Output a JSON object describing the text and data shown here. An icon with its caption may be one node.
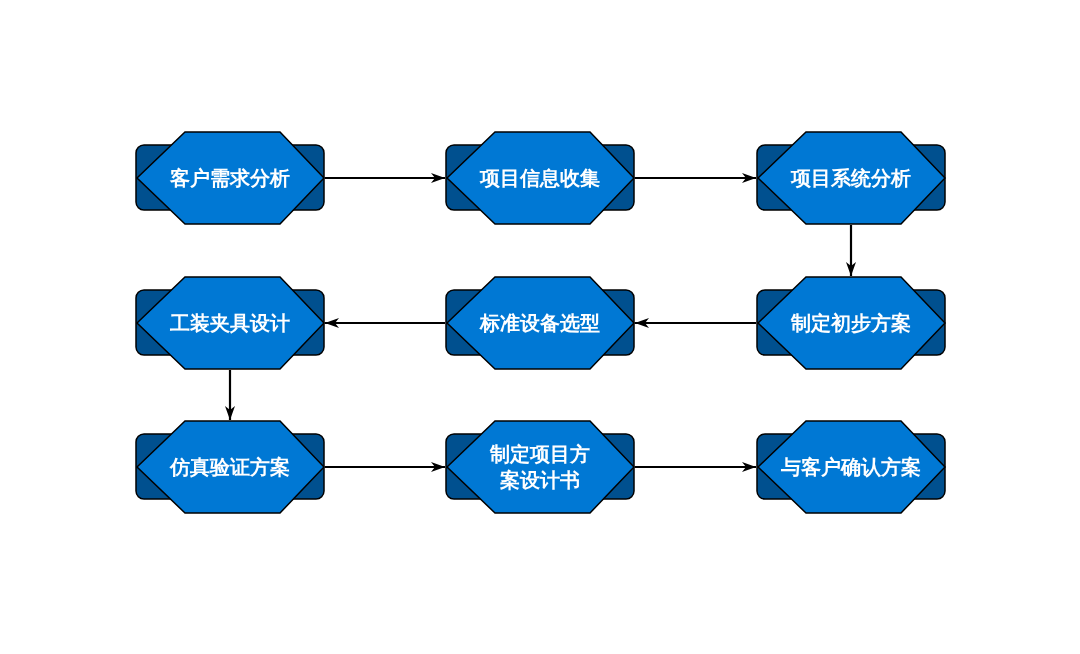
{
  "diagram": {
    "nodes": [
      {
        "text": [
          "客户需求分析"
        ]
      },
      {
        "text": [
          "项目信息收集"
        ]
      },
      {
        "text": [
          "项目系统分析"
        ]
      },
      {
        "text": [
          "制定初步方案"
        ]
      },
      {
        "text": [
          "标准设备选型"
        ]
      },
      {
        "text": [
          "工装夹具设计"
        ]
      },
      {
        "text": [
          "仿真验证方案"
        ]
      },
      {
        "text": [
          "制定项目方案设计书"
        ]
      },
      {
        "text": [
          "与客户确认方案"
        ]
      }
    ],
    "edges": [
      {
        "from": 0,
        "to": 1,
        "arrow": "to"
      },
      {
        "from": 1,
        "to": 2,
        "arrow": "to"
      },
      {
        "from": 2,
        "to": 3,
        "arrow": "to"
      },
      {
        "from": 3,
        "to": 4,
        "arrow": "to"
      },
      {
        "from": 4,
        "to": 5,
        "arrow": "to"
      },
      {
        "from": 5,
        "to": 6,
        "arrow": "to"
      },
      {
        "from": 6,
        "to": 7,
        "arrow": "to"
      },
      {
        "from": 7,
        "to": 8,
        "arrow": "to"
      }
    ]
  }
}
